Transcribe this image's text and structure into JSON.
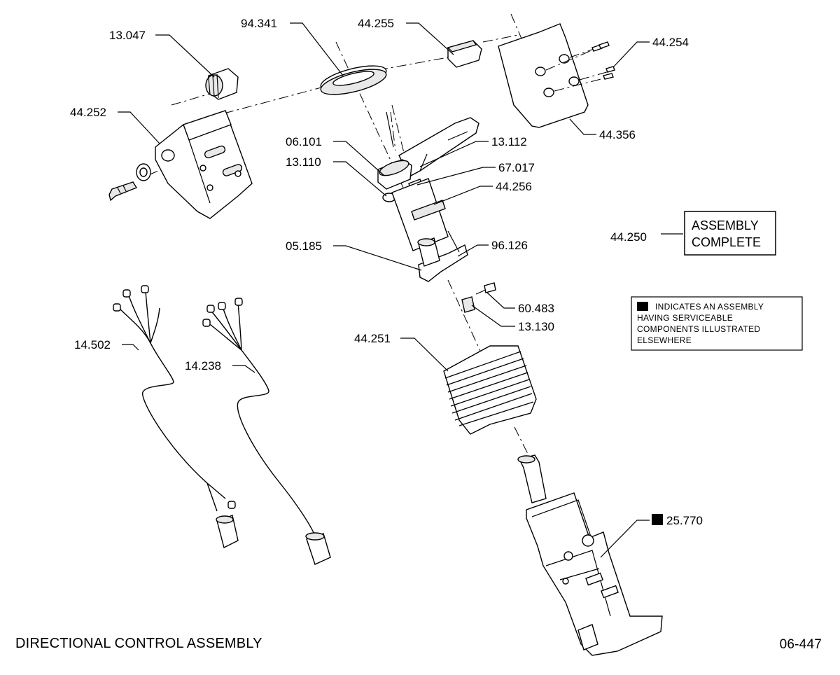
{
  "title": "DIRECTIONAL CONTROL ASSEMBLY",
  "document_number": "06-447",
  "assembly": {
    "part_number": "44.250",
    "label_line1": "ASSEMBLY",
    "label_line2": "COMPLETE"
  },
  "legend": {
    "line1": "INDICATES AN ASSEMBLY",
    "line2": "HAVING SERVICEABLE",
    "line3": "COMPONENTS ILLUSTRATED",
    "line4": "ELSEWHERE"
  },
  "callouts": {
    "p13047": "13.047",
    "p44252": "44.252",
    "p94341": "94.341",
    "p44255": "44.255",
    "p44254": "44.254",
    "p44356": "44.356",
    "p06101": "06.101",
    "p13112": "13.112",
    "p13110": "13.110",
    "p67017": "67.017",
    "p44256": "44.256",
    "p05185": "05.185",
    "p96126": "96.126",
    "p60483": "60.483",
    "p13130": "13.130",
    "p44251": "44.251",
    "p14502": "14.502",
    "p14238": "14.238",
    "p25770": "25.770"
  }
}
